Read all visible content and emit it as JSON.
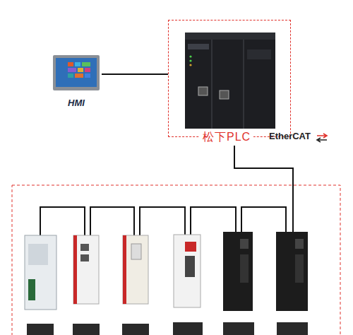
{
  "diagram": {
    "nodes": [
      {
        "text": [
          "HMI"
        ]
      },
      {
        "text": [
          "松下PLC"
        ]
      }
    ],
    "edges": [
      {
        "from": 0,
        "to": 1,
        "arrow": "none"
      }
    ],
    "labels": [
      "EtherCAT"
    ]
  }
}
